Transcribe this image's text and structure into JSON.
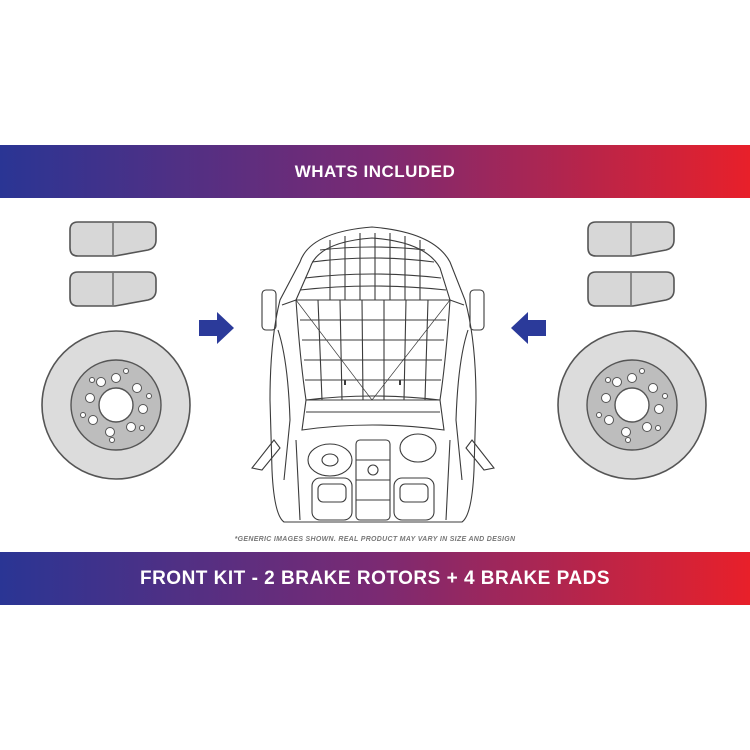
{
  "header": {
    "title": "WHATS INCLUDED"
  },
  "footer": {
    "title": "FRONT KIT - 2 BRAKE ROTORS + 4 BRAKE PADS"
  },
  "disclaimer": "*GENERIC IMAGES SHOWN. REAL PRODUCT MAY VARY IN SIZE AND DESIGN",
  "colors": {
    "gradient_start": "#2a3594",
    "gradient_mid": "#7a2a73",
    "gradient_end": "#e8202a",
    "arrow": "#2b3a9a",
    "part_fill": "#d7d7d7",
    "part_stroke": "#555555"
  },
  "icons": [
    "brake-pad-icon",
    "brake-rotor-icon",
    "arrow-right-icon",
    "arrow-left-icon",
    "car-wireframe-icon"
  ]
}
